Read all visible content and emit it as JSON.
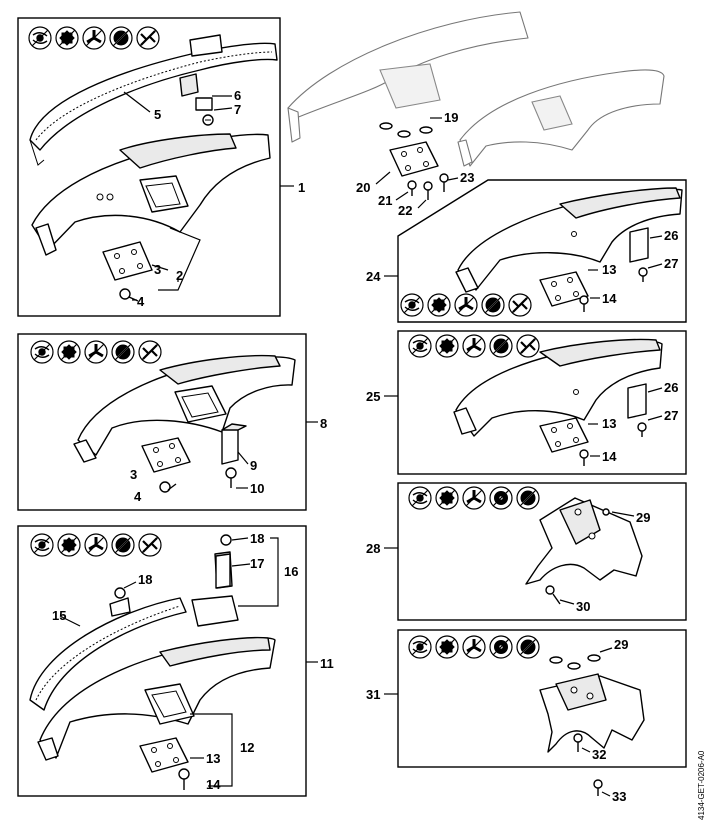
{
  "document_code": "4134-GET-0206-A0",
  "callouts": {
    "c1": "1",
    "c2": "2",
    "c3a": "3",
    "c4a": "4",
    "c5": "5",
    "c6": "6",
    "c7": "7",
    "c8": "8",
    "c3b": "3",
    "c4b": "4",
    "c9": "9",
    "c10": "10",
    "c11": "11",
    "c12": "12",
    "c13a": "13",
    "c14a": "14",
    "c15": "15",
    "c16": "16",
    "c17": "17",
    "c18a": "18",
    "c18b": "18",
    "c19": "19",
    "c20": "20",
    "c21": "21",
    "c22": "22",
    "c23": "23",
    "c24": "24",
    "c13b": "13",
    "c14b": "14",
    "c26a": "26",
    "c27a": "27",
    "c25": "25",
    "c13c": "13",
    "c14c": "14",
    "c26b": "26",
    "c27b": "27",
    "c28": "28",
    "c29a": "29",
    "c30": "30",
    "c31": "31",
    "c29b": "29",
    "c32": "32",
    "c33": "33"
  },
  "icon_sets": {
    "set_a": [
      "trimmer-head-icon",
      "knife-blade-4-icon",
      "grass-blade-3-icon",
      "saw-blade-icon",
      "brush-knife-icon"
    ],
    "set_b": [
      "trimmer-head-icon",
      "knife-blade-4-icon",
      "grass-blade-3-icon",
      "saw-blade-icon",
      "brush-knife-icon"
    ],
    "set_c": [
      "trimmer-head-icon",
      "knife-blade-4-icon",
      "grass-blade-3-icon",
      "saw-blade-icon",
      "brush-knife-icon"
    ],
    "set_d": [
      "trimmer-head-icon",
      "knife-blade-4-icon",
      "grass-blade-3-icon",
      "saw-blade-icon",
      "brush-knife-icon"
    ],
    "set_e": [
      "trimmer-head-icon",
      "knife-blade-4-icon",
      "grass-blade-3-icon",
      "saw-blade-icon",
      "brush-knife-icon"
    ],
    "set_f": [
      "trimmer-head-icon",
      "knife-blade-4-icon",
      "grass-blade-3-icon",
      "circular-saw-icon",
      "saw-blade-icon"
    ],
    "set_g": [
      "trimmer-head-icon",
      "knife-blade-4-icon",
      "grass-blade-3-icon",
      "circular-saw-icon",
      "saw-blade-icon"
    ]
  },
  "colors": {
    "line": "#000000",
    "ghost_line": "#777777",
    "fill": "#ffffff",
    "shade": "#eaeaea"
  }
}
